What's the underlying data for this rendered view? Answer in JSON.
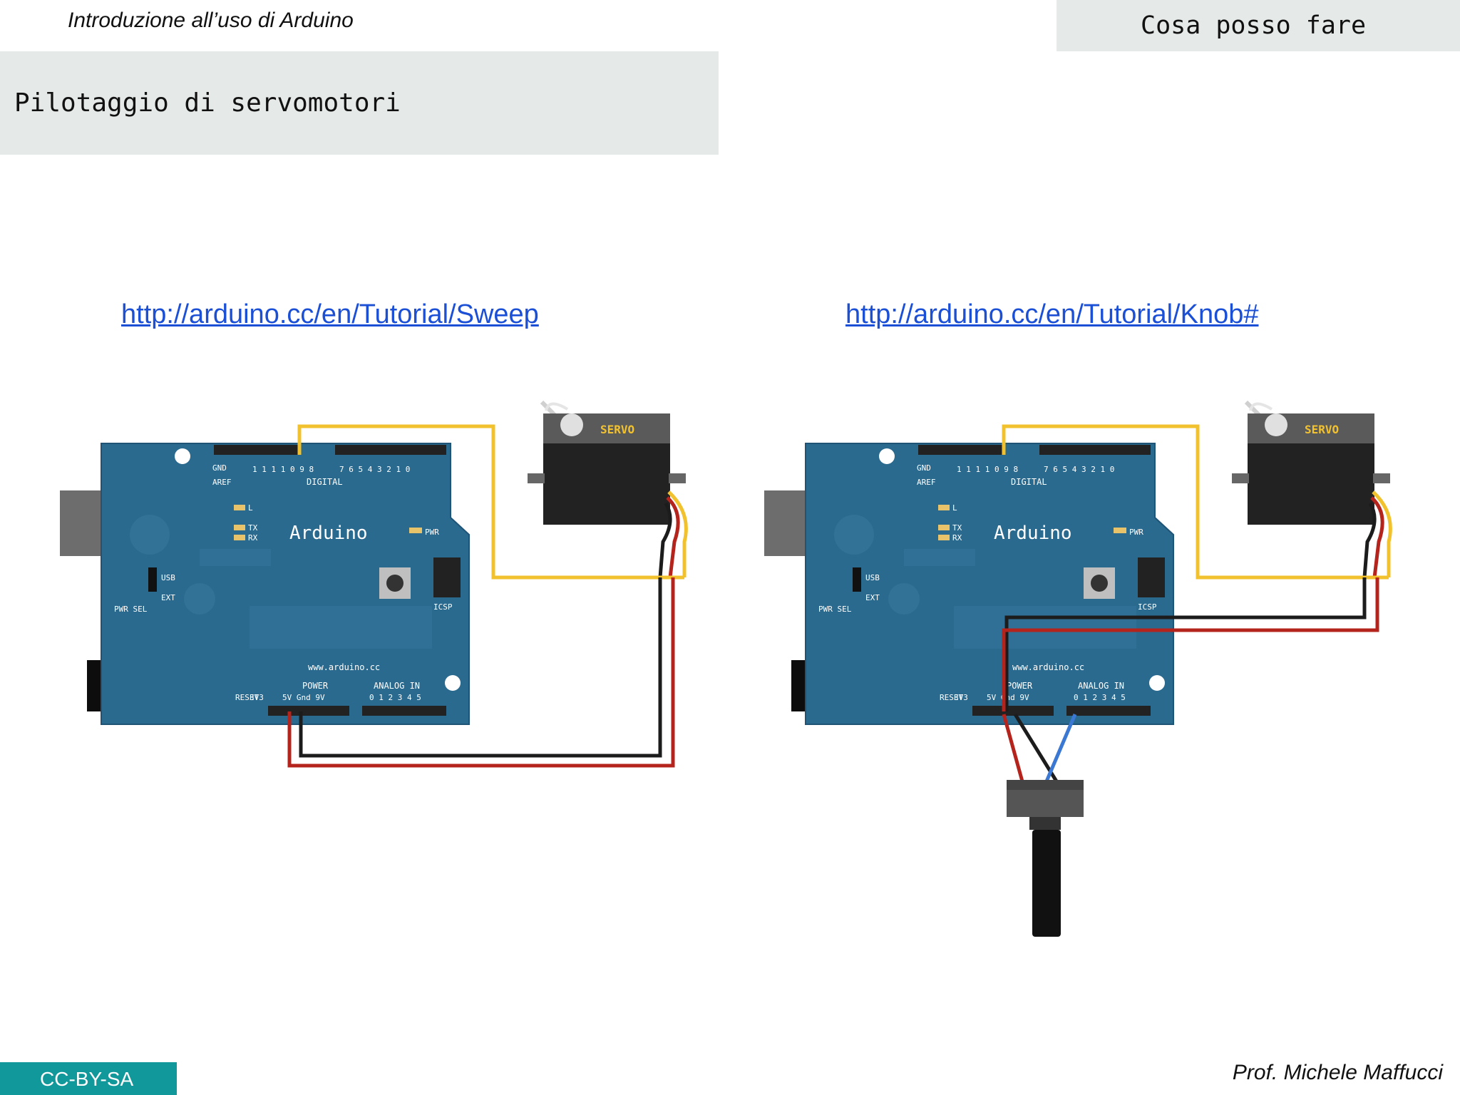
{
  "header": {
    "course_title": "Introduzione all’uso di Arduino",
    "section": "Cosa posso fare",
    "slide_title": "Pilotaggio di servomotori"
  },
  "links": {
    "sweep": "http://arduino.cc/en/Tutorial/Sweep",
    "knob": "http://arduino.cc/en/Tutorial/Knob#"
  },
  "board": {
    "name": "Arduino",
    "digital": "DIGITAL",
    "aref": "AREF",
    "gnd": "GND",
    "pwr": "PWR",
    "tx": "TX",
    "rx": "RX",
    "l": "L",
    "icsp": "ICSP",
    "usb": "USB",
    "ext": "EXT",
    "pwr_sel": "PWR SEL",
    "website": "www.arduino.cc",
    "power": "POWER",
    "analog_in": "ANALOG IN",
    "reset": "RESET",
    "v33": "3V3",
    "power_pins": "5V Gnd 9V",
    "analog_pins": "0 1 2 3 4 5",
    "digital_pins_high": "1 1 1 1 0 9 8",
    "digital_pins_low": "7 6 5 4 3 2 1 0"
  },
  "servo": {
    "label": "SERVO"
  },
  "footer": {
    "license": "CC-BY-SA",
    "author": "Prof. Michele Maffucci"
  },
  "colors": {
    "board": "#2b6a8f",
    "wire_signal": "#f2c12e",
    "wire_power": "#b5241c",
    "wire_ground": "#1c1c1c",
    "wire_pot": "#3a78d4",
    "link": "#1a4fd6",
    "badge": "#11989b"
  }
}
